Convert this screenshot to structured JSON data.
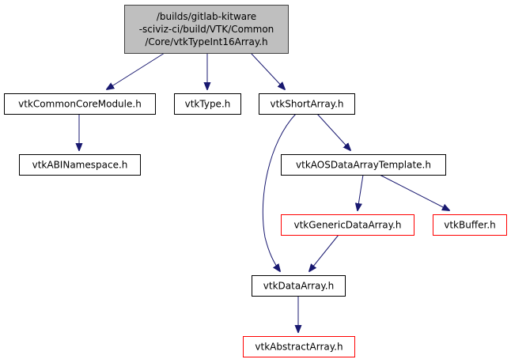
{
  "diagram": {
    "type": "include-dependency-graph",
    "nodes": [
      {
        "id": "root",
        "lines": [
          "/builds/gitlab-kitware",
          "-sciviz-ci/build/VTK/Common",
          "/Core/vtkTypeInt16Array.h"
        ],
        "style": "root"
      },
      {
        "id": "common_core_module",
        "lines": [
          "vtkCommonCoreModule.h"
        ],
        "style": "normal"
      },
      {
        "id": "vtk_type",
        "lines": [
          "vtkType.h"
        ],
        "style": "normal"
      },
      {
        "id": "short_array",
        "lines": [
          "vtkShortArray.h"
        ],
        "style": "normal"
      },
      {
        "id": "abi_namespace",
        "lines": [
          "vtkABINamespace.h"
        ],
        "style": "normal"
      },
      {
        "id": "aos_template",
        "lines": [
          "vtkAOSDataArrayTemplate.h"
        ],
        "style": "normal"
      },
      {
        "id": "generic_data_array",
        "lines": [
          "vtkGenericDataArray.h"
        ],
        "style": "truncated"
      },
      {
        "id": "buffer",
        "lines": [
          "vtkBuffer.h"
        ],
        "style": "truncated"
      },
      {
        "id": "data_array",
        "lines": [
          "vtkDataArray.h"
        ],
        "style": "normal"
      },
      {
        "id": "abstract_array",
        "lines": [
          "vtkAbstractArray.h"
        ],
        "style": "truncated"
      }
    ],
    "edges": [
      {
        "from": "root",
        "to": "common_core_module"
      },
      {
        "from": "root",
        "to": "vtk_type"
      },
      {
        "from": "root",
        "to": "short_array"
      },
      {
        "from": "common_core_module",
        "to": "abi_namespace"
      },
      {
        "from": "short_array",
        "to": "aos_template"
      },
      {
        "from": "short_array",
        "to": "data_array"
      },
      {
        "from": "aos_template",
        "to": "generic_data_array"
      },
      {
        "from": "aos_template",
        "to": "buffer"
      },
      {
        "from": "generic_data_array",
        "to": "data_array"
      },
      {
        "from": "data_array",
        "to": "abstract_array"
      }
    ],
    "colors": {
      "edge": "#191970",
      "root_fill": "#bfbfbf",
      "normal_border": "#000000",
      "truncated_border": "#ff0000",
      "fill": "#ffffff"
    }
  }
}
